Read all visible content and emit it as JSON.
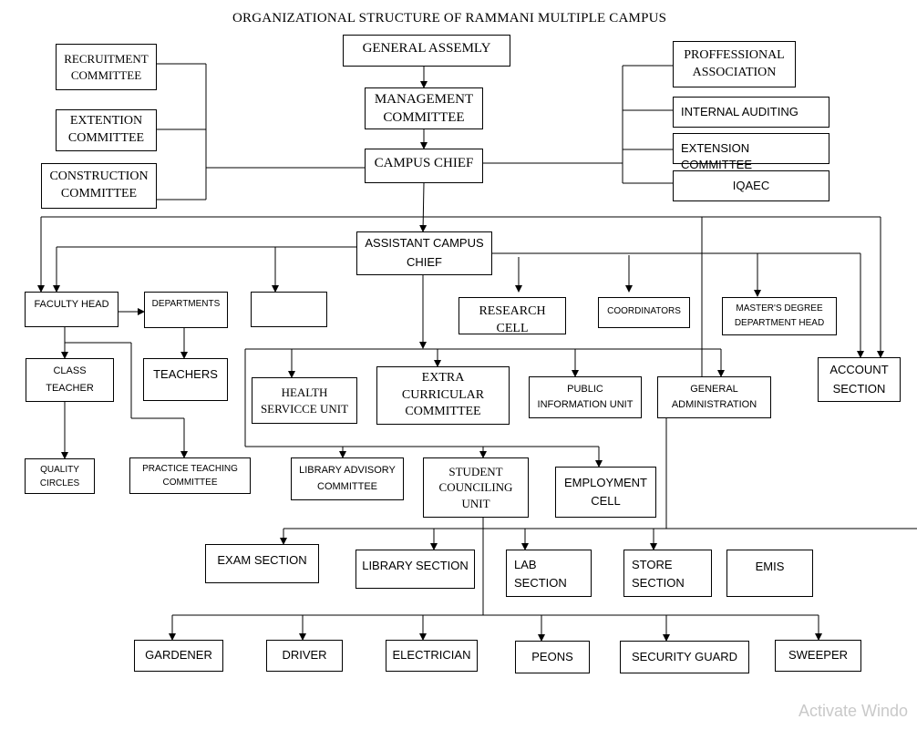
{
  "title": "ORGANIZATIONAL STRUCTURE OF RAMMANI MULTIPLE CAMPUS",
  "nodes": {
    "general_assembly": "GENERAL ASSEMLY",
    "management_committee": "MANAGEMENT COMMITTEE",
    "campus_chief": "CAMPUS CHIEF",
    "recruitment_committee": "RECRUITMENT COMMITTEE",
    "extention_committee": "EXTENTION COMMITTEE",
    "construction_committee": "CONSTRUCTION COMMITTEE",
    "professional_association": "PROFFESSIONAL ASSOCIATION",
    "internal_auditing": "INTERNAL AUDITING",
    "extension_committee": "EXTENSION COMMITTEE",
    "iqaec": "IQAEC",
    "assistant_campus_chief": "ASSISTANT CAMPUS CHIEF",
    "faculty_head": "FACULTY HEAD",
    "departments": "DEPARTMENTS",
    "blank_box": "",
    "research_cell": "RESEARCH CELL",
    "coordinators": "COORDINATORS",
    "masters_degree_head": "MASTER'S DEGREE DEPARTMENT HEAD",
    "class_teacher": "CLASS TEACHER",
    "teachers": "TEACHERS",
    "health_service_unit": "HEALTH SERVICCE UNIT",
    "extra_curricular_committee": "EXTRA CURRICULAR COMMITTEE",
    "public_information_unit": "PUBLIC INFORMATION UNIT",
    "general_administration": "GENERAL ADMINISTRATION",
    "account_section": "ACCOUNT SECTION",
    "quality_circles": "QUALITY CIRCLES",
    "practice_teaching_committee": "PRACTICE TEACHING COMMITTEE",
    "library_advisory_committee": "LIBRARY ADVISORY COMMITTEE",
    "student_counciling_unit": "STUDENT COUNCILING UNIT",
    "employment_cell": "EMPLOYMENT CELL",
    "exam_section": "EXAM SECTION",
    "library_section": "LIBRARY SECTION",
    "lab_section": "LAB SECTION",
    "store_section": "STORE SECTION",
    "emis": "EMIS",
    "gardener": "GARDENER",
    "driver": "DRIVER",
    "electrician": "ELECTRICIAN",
    "peons": "PEONS",
    "security_guard": "SECURITY GUARD",
    "sweeper": "SWEEPER"
  },
  "watermark": "Activate Windo"
}
